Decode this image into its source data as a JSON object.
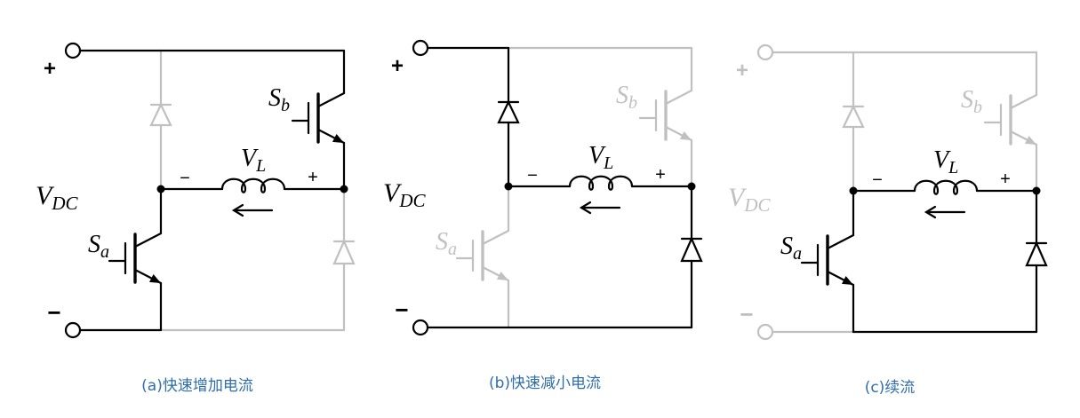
{
  "colors": {
    "active": "#000000",
    "inactive": "#c0c0c0",
    "caption": "#2f6eaa"
  },
  "labels": {
    "terminal_plus": "+",
    "terminal_minus": "−",
    "vdc": {
      "main": "V",
      "sub": "DC"
    },
    "vl": {
      "main": "V",
      "sub": "L"
    },
    "vl_minus": "−",
    "vl_plus": "+",
    "sa": {
      "main": "S",
      "sub": "a"
    },
    "sb": {
      "main": "S",
      "sub": "b"
    }
  },
  "diagrams": [
    {
      "caption": "(a)快速增加电流",
      "active": {
        "top_rail_left": true,
        "top_rail_right": true,
        "diode_upper": false,
        "switch_sb": true,
        "inductor_branch": true,
        "switch_sa": true,
        "diode_lower": false,
        "bottom_rail_left": true,
        "bottom_rail_right": false,
        "terminals": true
      }
    },
    {
      "caption": "(b)快速减小电流",
      "active": {
        "top_rail_left": true,
        "top_rail_right": false,
        "diode_upper": true,
        "switch_sb": false,
        "inductor_branch": true,
        "switch_sa": false,
        "diode_lower": true,
        "bottom_rail_left": true,
        "bottom_rail_right": true,
        "terminals": true
      }
    },
    {
      "caption": "(c)续流",
      "active": {
        "top_rail_left": false,
        "top_rail_right": false,
        "diode_upper": false,
        "switch_sb": false,
        "inductor_branch": true,
        "switch_sa": true,
        "diode_lower": true,
        "bottom_rail_left": false,
        "bottom_rail_right": true,
        "terminals": false
      }
    }
  ]
}
